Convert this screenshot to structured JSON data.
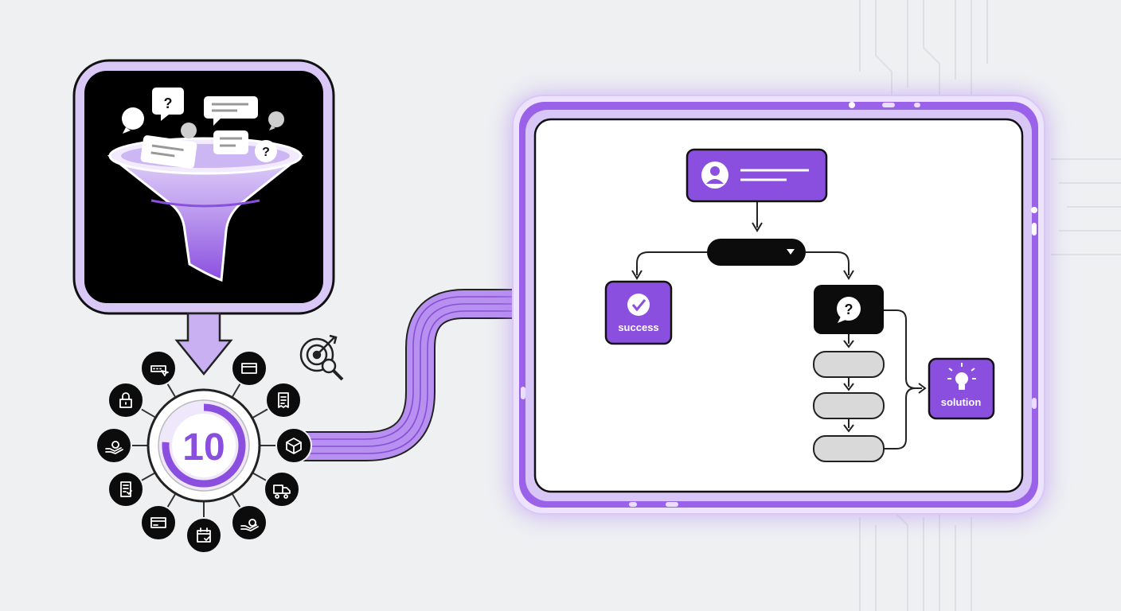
{
  "hub": {
    "count": "10"
  },
  "flow": {
    "success_label": "success",
    "solution_label": "solution"
  },
  "colors": {
    "purple": "#8b4fe0",
    "purple_light": "#c9b0f2",
    "purple_pale": "#e6dafb",
    "black": "#0c0c0c",
    "gray_node": "#d9d9d9",
    "background": "#eef0f2"
  },
  "icons": {
    "funnel": "funnel-icon",
    "question_bubble": "question-bubble-icon",
    "chat": "chat-bubble-icon",
    "target": "target-search-icon",
    "user": "user-avatar-icon",
    "check": "check-circle-icon",
    "bulb": "lightbulb-icon",
    "dropdown": "caret-down-icon"
  },
  "spokes": [
    "password-cursor-icon",
    "credit-card-icon",
    "receipt-icon",
    "package-icon",
    "delivery-truck-icon",
    "hand-coin-icon",
    "payment-card-icon",
    "calendar-check-icon",
    "invoice-icon",
    "hand-money-icon",
    "padlock-icon"
  ]
}
